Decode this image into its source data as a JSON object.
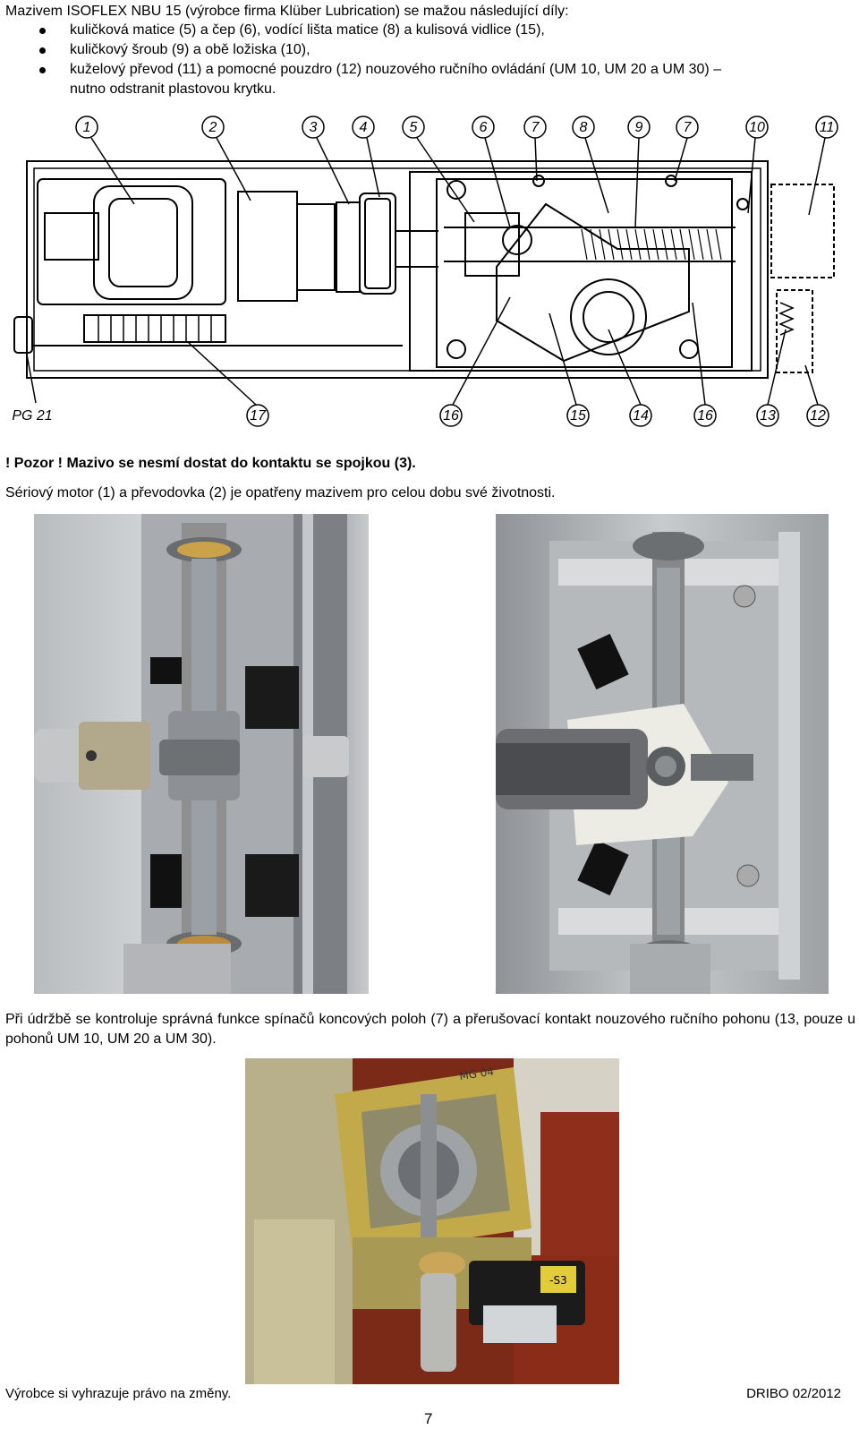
{
  "intro": "Mazivem ISOFLEX NBU 15 (výrobce firma Klüber Lubrication) se mažou následující díly:",
  "bullets": [
    "kuličková matice (5) a čep (6), vodící lišta matice (8) a kulisová vidlice (15),",
    "kuličkový šroub (9) a obě ložiska (10),",
    "kuželový převod (11) a pomocné pouzdro (12) nouzového ručního ovládání (UM 10, UM 20 a UM 30) –"
  ],
  "bullet_continuation": "nutno odstranit plastovou krytku.",
  "diagram": {
    "top_labels": [
      "1",
      "2",
      "3",
      "4",
      "5",
      "6",
      "7",
      "8",
      "9",
      "7",
      "10",
      "11"
    ],
    "bottom_labels": [
      "PG 21",
      "17",
      "16",
      "15",
      "14",
      "16",
      "13",
      "12"
    ]
  },
  "warning": "! Pozor !  Mazivo se nesmí dostat do kontaktu se spojkou (3).",
  "motor_note": "Sériový motor (1) a převodovka (2) je opatřeny mazivem pro celou dobu své životnosti.",
  "maintenance_note": "Při údržbě se kontroluje správná funkce spínačů koncových poloh (7) a přerušovací kontakt nouzového ručního pohonu (13, pouze u pohonů UM 10, UM 20 a UM 30).",
  "photo3_labels": {
    "housing_text": "MG 04",
    "switch_label": "-S3"
  },
  "footer": {
    "left": "Výrobce si vyhrazuje právo na změny.",
    "right": "DRIBO 02/2012",
    "page": "7"
  }
}
